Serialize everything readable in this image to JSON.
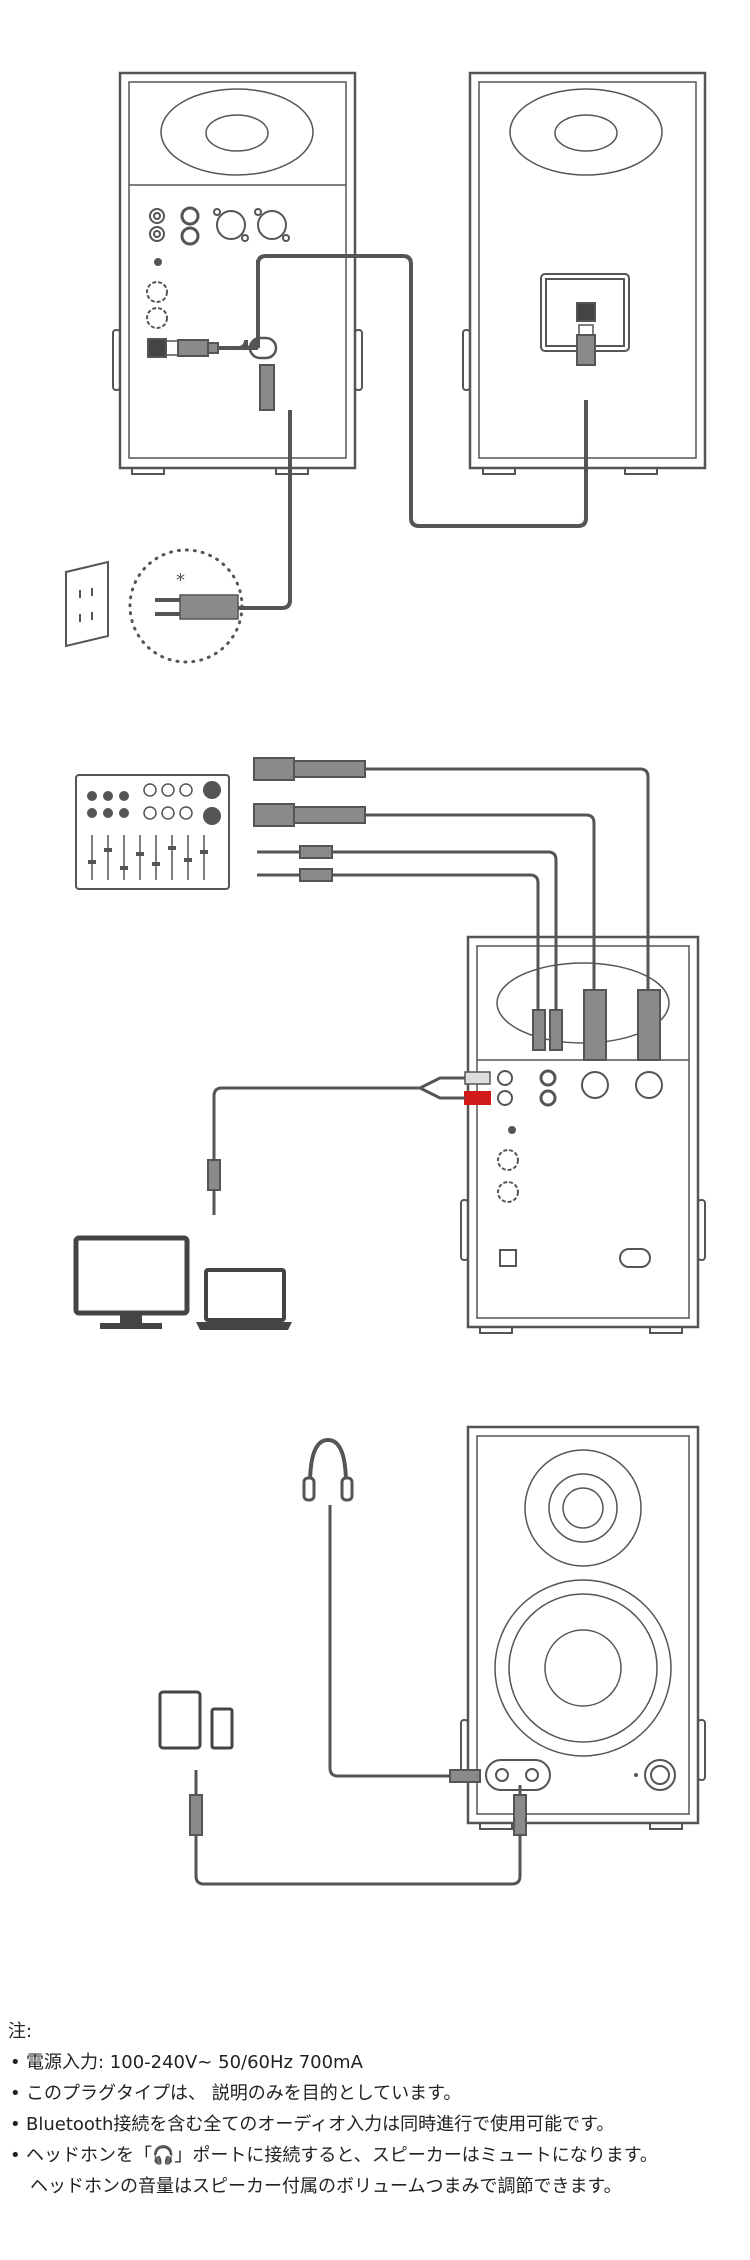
{
  "diagrams": {
    "power": {
      "plug_mark": "*"
    },
    "colors": {
      "line": "#555555",
      "cable": "#555555",
      "plug": "#8a8a8a",
      "red_rca": "#d11a1a"
    }
  },
  "notes": {
    "title": "注:",
    "bullet": "•",
    "items": [
      "電源入力:  100-240V~ 50/60Hz 700mA",
      "このプラグタイプは、 説明のみを目的としています。",
      "Bluetooth接続を含む全てのオーディオ入力は同時進行で使用可能です。",
      "ヘッドホンを「🎧」ポートに接続すると、スピーカーはミュートになります。"
    ],
    "continuation": "ヘッドホンの音量はスピーカー付属のボリュームつまみで調節できます。"
  }
}
